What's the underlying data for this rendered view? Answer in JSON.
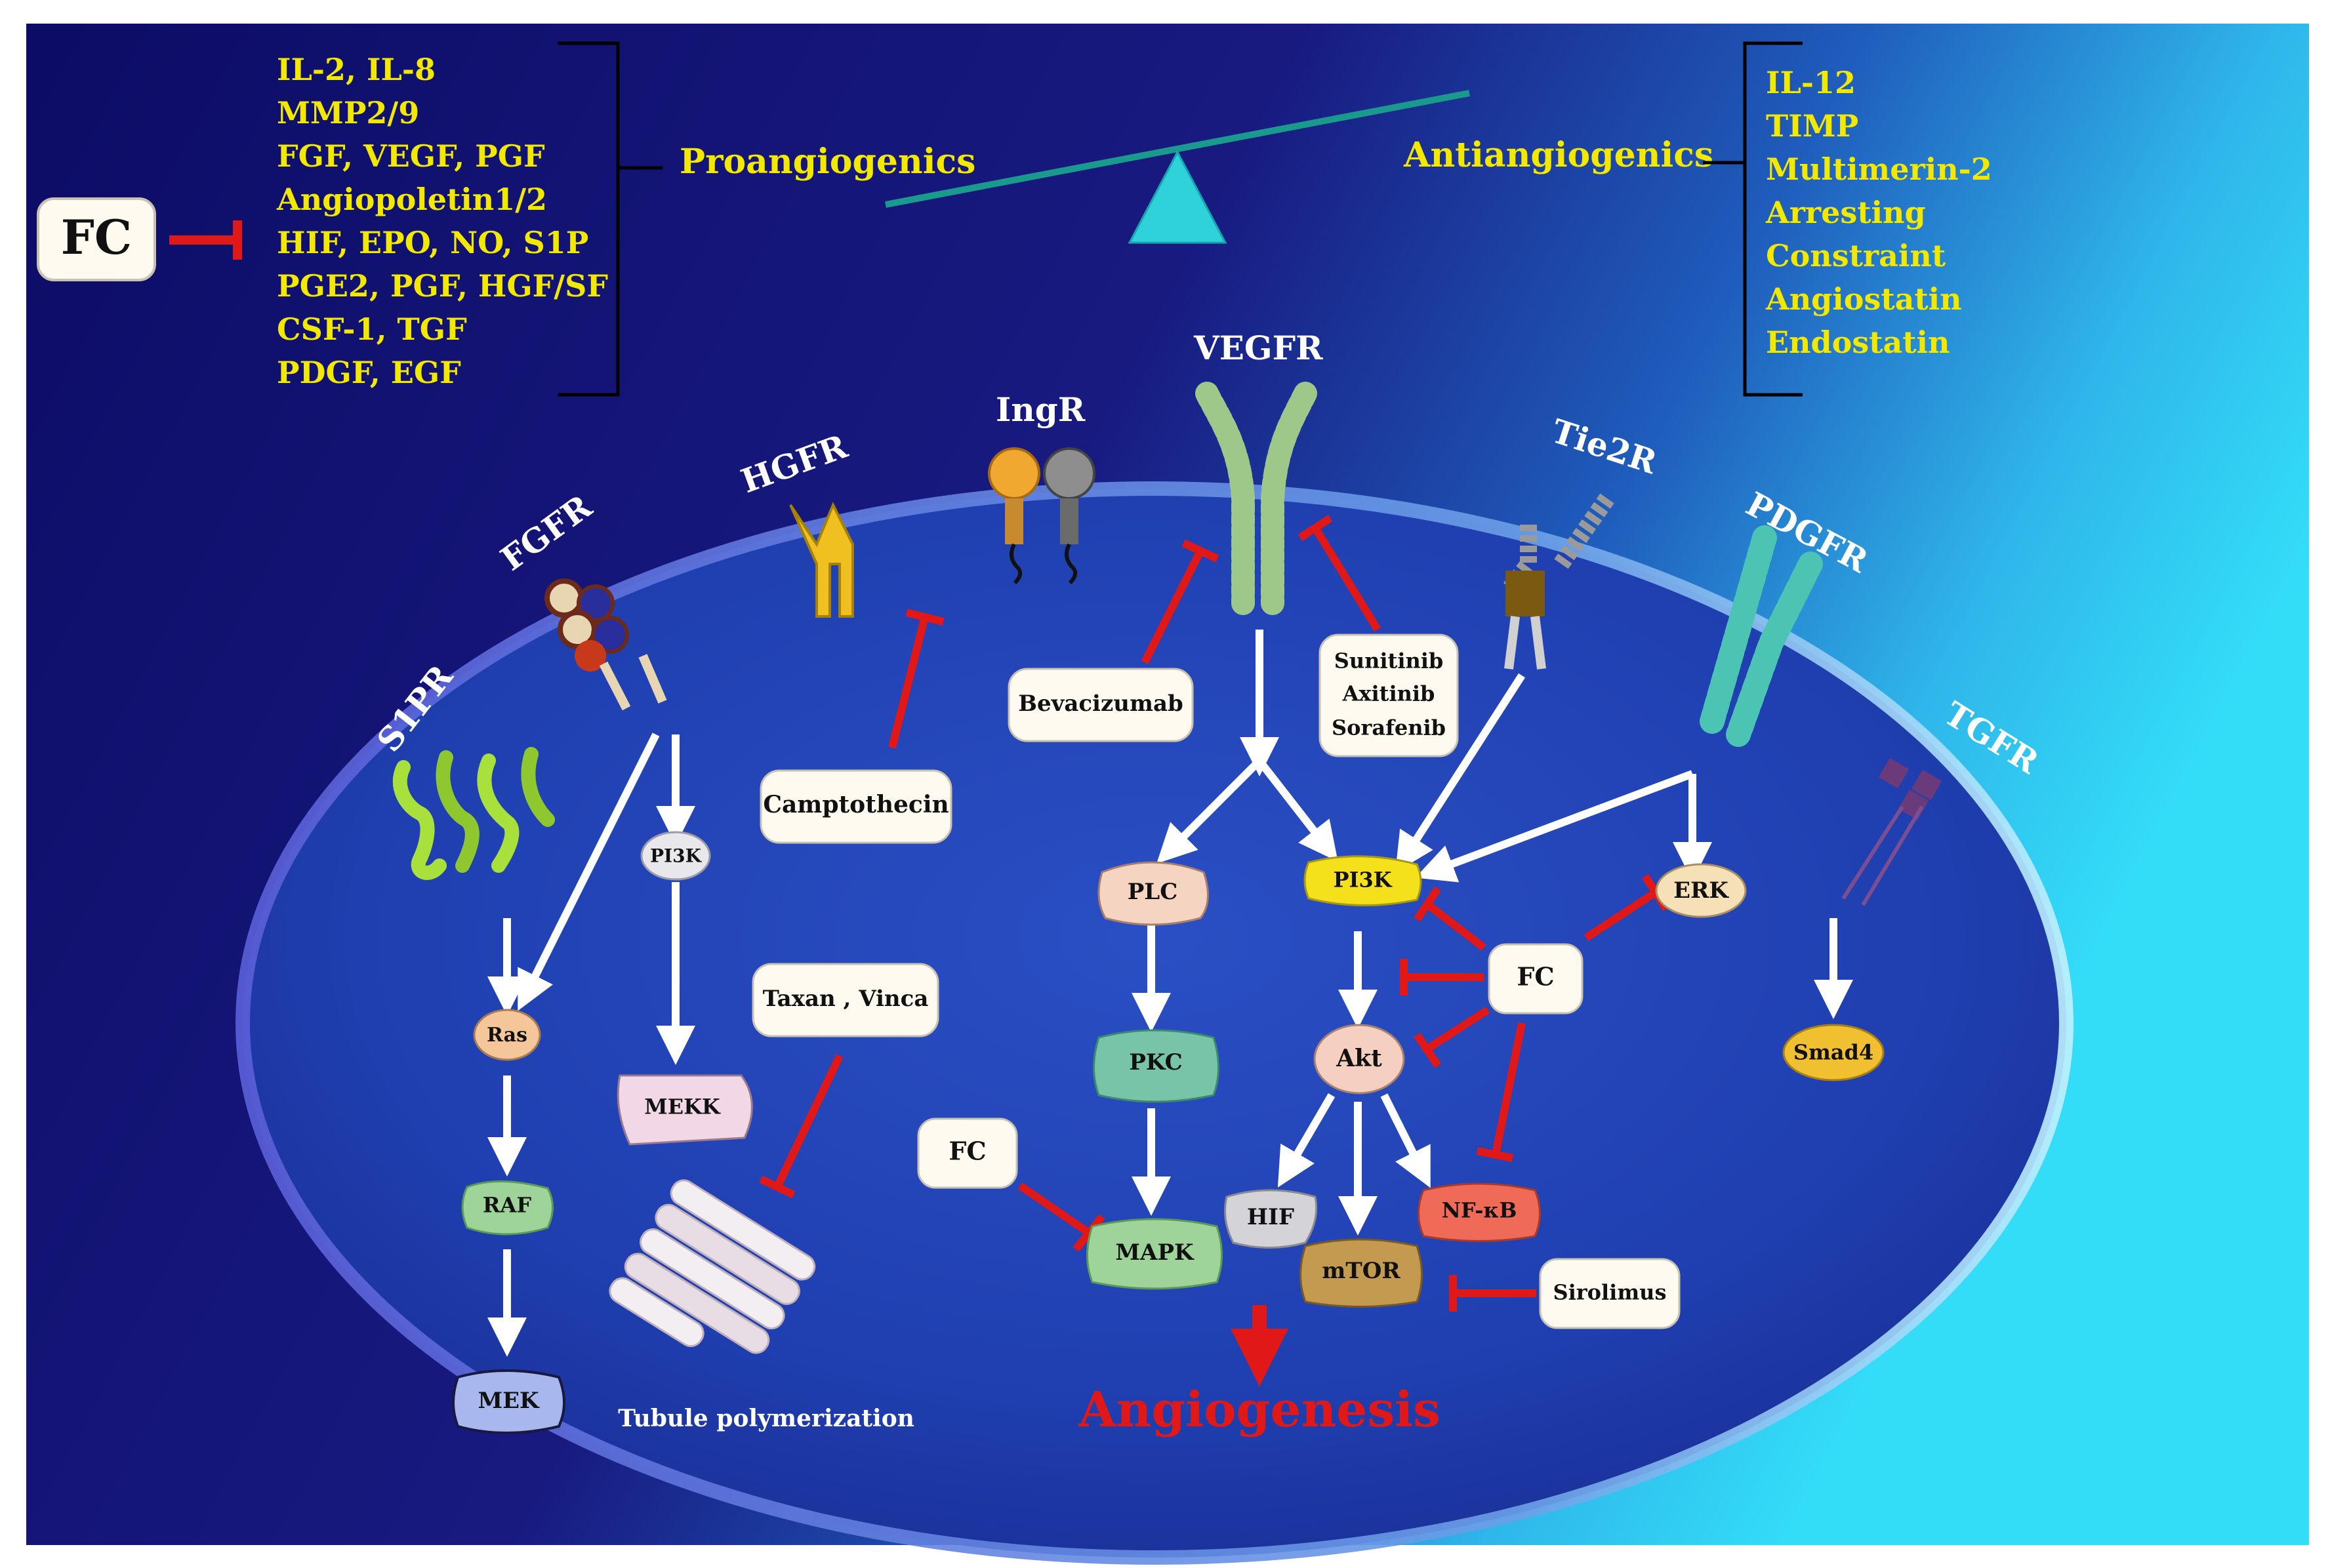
{
  "fc_main": "FC",
  "proangiogenic_factors": [
    "IL-2, IL-8",
    "MMP2/9",
    "FGF, VEGF, PGF",
    "Angiopoletin1/2",
    "HIF, EPO, NO, S1P",
    "PGE2, PGF, HGF/SF",
    "CSF-1, TGF",
    "PDGF, EGF"
  ],
  "proangiogenics_label": "Proangiogenics",
  "antiangiogenics_label": "Antiangiogenics",
  "antiangiogenic_factors": [
    "IL-12",
    "TIMP",
    "Multimerin-2",
    "Arresting",
    "Constraint",
    "Angiostatin",
    "Endostatin"
  ],
  "receptors": {
    "s1pr": "S1PR",
    "fgfr": "FGFR",
    "hgfr": "HGFR",
    "ingr": "IngR",
    "vegfr": "VEGFR",
    "tie2r": "Tie2R",
    "pdgfr": "PDGFR",
    "tgfr": "TGFR"
  },
  "nodes": {
    "pi3k_left": "PI3K",
    "ras": "Ras",
    "raf": "RAF",
    "mek": "MEK",
    "mekk": "MEKK",
    "plc": "PLC",
    "pkc": "PKC",
    "mapk": "MAPK",
    "pi3k_center": "PI3K",
    "akt": "Akt",
    "hif": "HIF",
    "mtor": "mTOR",
    "nfkb": "NF-κB",
    "erk": "ERK",
    "smad4": "Smad4"
  },
  "drugs": {
    "camptothecin": "Camptothecin",
    "bevacizumab": "Bevacizumab",
    "tki_lines": [
      "Sunitinib",
      "Axitinib",
      "Sorafenib"
    ],
    "taxane_vinca": "Taxan , Vinca",
    "fc_center": "FC",
    "fc_left": "FC",
    "sirolimus": "Sirolimus"
  },
  "tubule_label": "Tubule polymerization",
  "outcome": "Angiogenesis",
  "colors": {
    "factor_text": "#f2e800",
    "inhibit": "#e01818",
    "arrow": "#ffffff",
    "cell": "#1f3fb0",
    "outcome": "#e01818"
  }
}
